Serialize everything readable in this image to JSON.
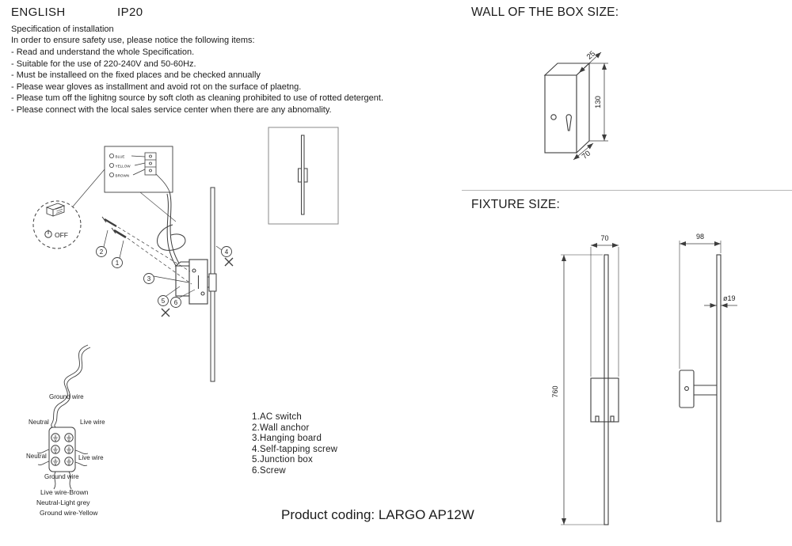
{
  "header": {
    "language": "ENGLISH",
    "ip_rating": "IP20"
  },
  "spec": {
    "title": "Specification of installation",
    "intro": "In order to ensure safety use, please notice the following items:",
    "items": [
      "- Read and understand the whole Specification.",
      "- Suitable for the use of 220-240V and 50-60Hz.",
      "- Must be installeed on the fixed places and be checked annually",
      "- Please wear gloves as installment and avoid rot on the surface of plaetng.",
      "- Please tum off the lighitng source by soft cloth as cleaning prohibited to use of rotted detergent.",
      "- Please connect with the local sales service center when there are any abnomality."
    ]
  },
  "wall_box": {
    "title": "WALL OF THE BOX SIZE:",
    "dim_depth": "25",
    "dim_height": "130",
    "dim_width": "70"
  },
  "fixture": {
    "title": "FIXTURE SIZE:",
    "dim_front_width": "70",
    "dim_side_width": "98",
    "dim_diameter": "ø19",
    "dim_height": "760"
  },
  "installation": {
    "switch_label": "OFF",
    "wire_labels": [
      "BLUE",
      "YELLOW",
      "BROWN"
    ],
    "callouts": [
      "1",
      "2",
      "3",
      "4",
      "5",
      "6"
    ]
  },
  "parts_list": [
    "1.AC switch",
    "2.Wall anchor",
    "3.Hanging board",
    "4.Self-tapping screw",
    "5.Junction box",
    "6.Screw"
  ],
  "wiring": {
    "top_labels": [
      "Ground wire",
      "Neutral",
      "Live wire"
    ],
    "bottom_labels": [
      "Neutral",
      "Live wire",
      "Ground wire"
    ],
    "legend": [
      "Live wire-Brown",
      "Neutral-Light grey",
      "Ground wire-Yellow"
    ]
  },
  "footer": {
    "product_coding": "Product coding: LARGO AP12W"
  }
}
